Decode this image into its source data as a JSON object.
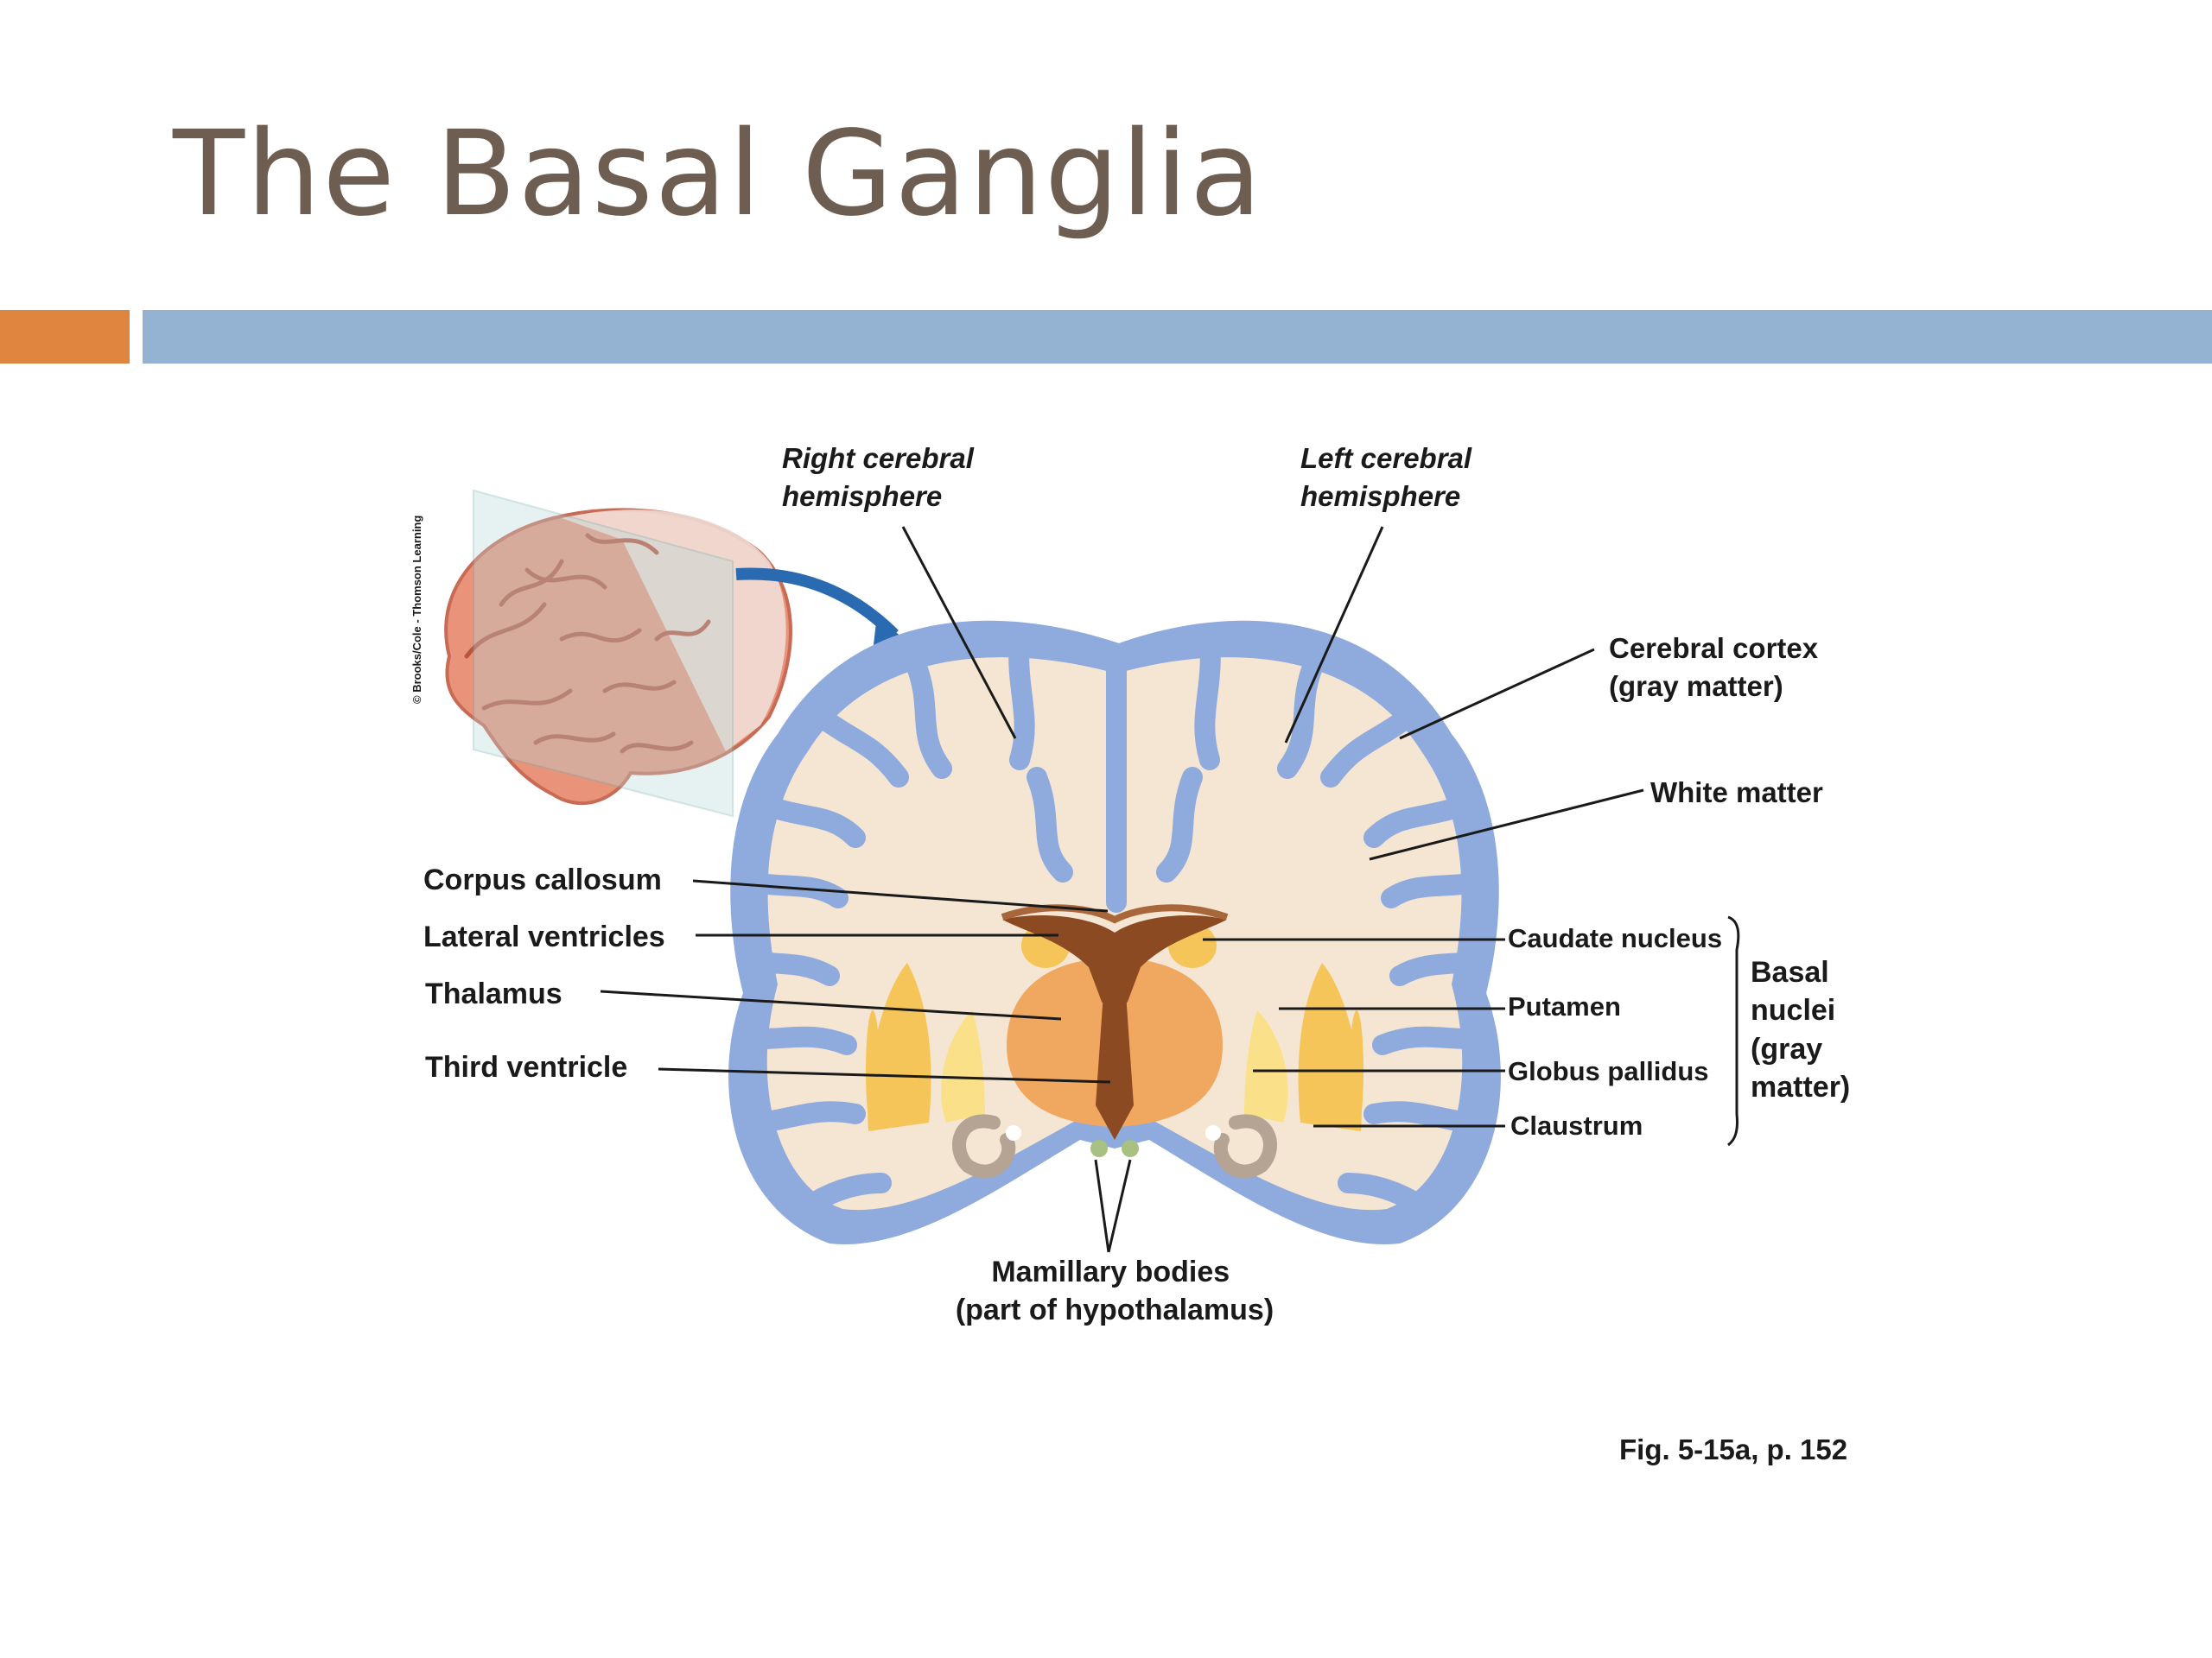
{
  "slide": {
    "title": "The Basal Ganglia",
    "colors": {
      "title": "#6e5d51",
      "accent_bar": "#e0853f",
      "main_bar": "#94b3d3"
    }
  },
  "figure": {
    "credit": "© Brooks/Cole - Thomson Learning",
    "hemispheres": {
      "right": [
        "Right cerebral",
        "hemisphere"
      ],
      "left": [
        "Left cerebral",
        "hemisphere"
      ]
    },
    "labels_left": {
      "corpus_callosum": "Corpus callosum",
      "lateral_ventricles": "Lateral ventricles",
      "thalamus": "Thalamus",
      "third_ventricle": "Third ventricle"
    },
    "labels_right": {
      "cerebral_cortex": [
        "Cerebral cortex",
        "(gray matter)"
      ],
      "white_matter": "White matter",
      "caudate_nucleus": "Caudate nucleus",
      "putamen": "Putamen",
      "globus_pallidus": "Globus pallidus",
      "claustrum": "Claustrum"
    },
    "basal_nuclei": [
      "Basal",
      "nuclei",
      "(gray",
      "matter)"
    ],
    "mamillary": [
      "Mamillary bodies",
      "(part of hypothalamus)"
    ],
    "reference": "Fig. 5-15a, p. 152",
    "colors": {
      "cortex": "#8faadc",
      "white_matter": "#f5e6d3",
      "thalamus": "#f0a860",
      "basal": "#f6c55a",
      "ventricle": "#8b4a22",
      "brain": "#e8937a"
    }
  }
}
